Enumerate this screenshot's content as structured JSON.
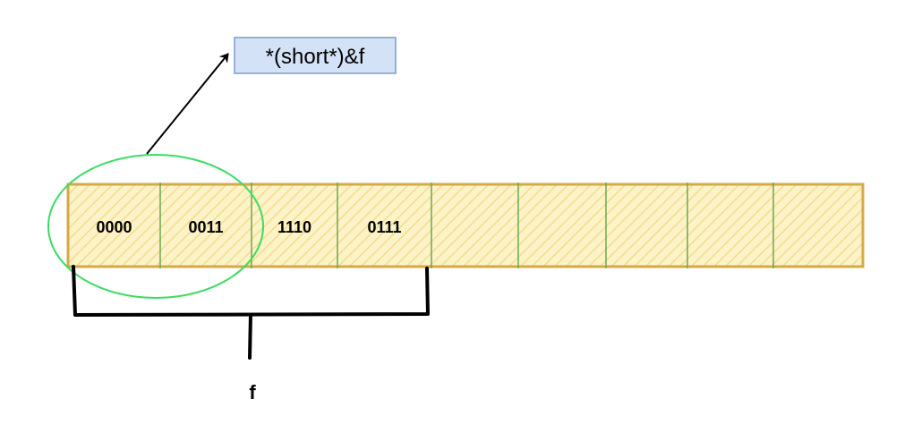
{
  "pointer_label": "*(short*)&f",
  "variable_label": "f",
  "memory_cells": [
    "0000",
    "0011",
    "1110",
    "0111",
    "",
    "",
    "",
    "",
    ""
  ],
  "colors": {
    "cell_fill": "#fdf3c8",
    "cell_hatch": "#f5dc8a",
    "cell_border": "#d4a94a",
    "cell_divider": "#6aa84f",
    "ellipse": "#3ddc63",
    "label_fill": "#d4e2f7",
    "label_border": "#7b9cc8",
    "bracket": "#000000",
    "arrow": "#000000"
  }
}
